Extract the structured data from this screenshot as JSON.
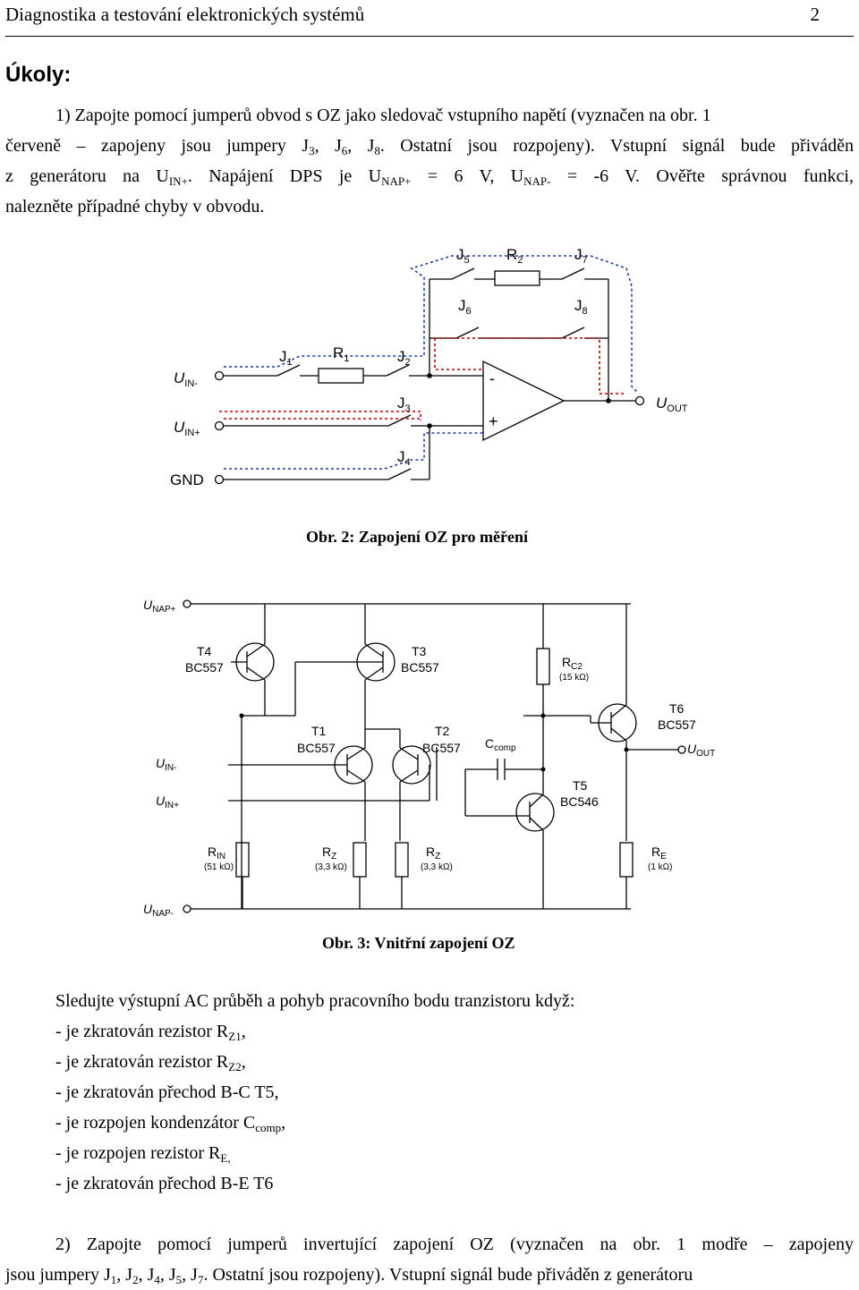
{
  "header": {
    "title": "Diagnostika a testování elektronických systémů",
    "page_number": "2"
  },
  "heading": "Úkoly:",
  "task1": {
    "l1": "1) Zapojte pomocí jumperů obvod s OZ jako sledovač vstupního napětí (vyznačen na obr. 1",
    "l2_a": "červeně – zapojeny jsou jumpery J",
    "l2_s1": "3",
    "l2_b": ", J",
    "l2_s2": "6",
    "l2_c": ", J",
    "l2_s3": "8",
    "l2_d": ". Ostatní jsou rozpojeny). Vstupní signál bude přiváděn",
    "l3_a": "z generátoru na U",
    "l3_s1": "IN+",
    "l3_b": ". Napájení DPS je U",
    "l3_s2": "NAP+",
    "l3_c": " = 6 V, U",
    "l3_s3": "NAP-",
    "l3_d": " = -6 V. Ověřte správnou funkci,",
    "l4": "nalezněte případné chyby v obvodu."
  },
  "fig2": {
    "caption": "Obr. 2: Zapojení OZ pro měření",
    "labels": {
      "j5": "J",
      "j5s": "5",
      "r2": "R",
      "r2s": "2",
      "j7": "J",
      "j7s": "7",
      "j6": "J",
      "j6s": "6",
      "j8": "J",
      "j8s": "8",
      "j1": "J",
      "j1s": "1",
      "r1": "R",
      "r1s": "1",
      "j2": "J",
      "j2s": "2",
      "j3": "J",
      "j3s": "3",
      "j4": "J",
      "j4s": "4",
      "uin_minus": "U",
      "uin_minus_s": "IN-",
      "uin_plus": "U",
      "uin_plus_s": "IN+",
      "gnd": "GND",
      "uout": "U",
      "uout_s": "OUT",
      "minus": "-",
      "plus": "+"
    }
  },
  "fig3": {
    "caption": "Obr. 3: Vnitřní zapojení OZ",
    "labels": {
      "unap_plus": "U",
      "unap_plus_s": "NAP+",
      "unap_minus": "U",
      "unap_minus_s": "NAP-",
      "t4": "T4",
      "t4_type": "BC557",
      "t3": "T3",
      "t3_type": "BC557",
      "t1": "T1",
      "t1_type": "BC557",
      "t2": "T2",
      "t2_type": "BC557",
      "t5": "T5",
      "t5_type": "BC546",
      "t6": "T6",
      "t6_type": "BC557",
      "rc2": "R",
      "rc2_s": "C2",
      "rc2_val": "(15 kΩ)",
      "ccomp": "C",
      "ccomp_s": "comp",
      "uin_minus": "U",
      "uin_minus_s": "IN-",
      "uin_plus": "U",
      "uin_plus_s": "IN+",
      "uout": "U",
      "uout_s": "OUT",
      "rin": "R",
      "rin_s": "IN",
      "rin_val": "(51 kΩ)",
      "rz1": "R",
      "rz1_s": "Z",
      "rz1_val": "(3,3 kΩ)",
      "rz2": "R",
      "rz2_s": "Z",
      "rz2_val": "(3,3 kΩ)",
      "re": "R",
      "re_s": "E",
      "re_val": "(1 kΩ)"
    }
  },
  "observe": {
    "intro": "Sledujte výstupní AC průběh a pohyb pracovního bodu tranzistoru když:",
    "i1_a": "- je zkratován rezistor R",
    "i1_s": "Z1",
    "i1_b": ",",
    "i2_a": "- je zkratován rezistor R",
    "i2_s": "Z2",
    "i2_b": ",",
    "i3": "- je zkratován přechod B-C T5,",
    "i4_a": "- je rozpojen kondenzátor C",
    "i4_s": "comp",
    "i4_b": ",",
    "i5_a": "- je rozpojen rezistor R",
    "i5_s": "E,",
    "i6": "- je zkratován přechod B-E T6"
  },
  "task2": {
    "l1": "2) Zapojte pomocí jumperů invertující zapojení OZ (vyznačen na obr. 1 modře – zapojeny",
    "l2_a": "jsou jumpery J",
    "l2_s1": "1",
    "l2_b": ", J",
    "l2_s2": "2",
    "l2_c": ", J",
    "l2_s3": "4",
    "l2_d": ", J",
    "l2_s4": "5",
    "l2_e": ", J",
    "l2_s5": "7",
    "l2_f": ". Ostatní jsou rozpojeny). Vstupní signál bude přiváděn z generátoru"
  }
}
